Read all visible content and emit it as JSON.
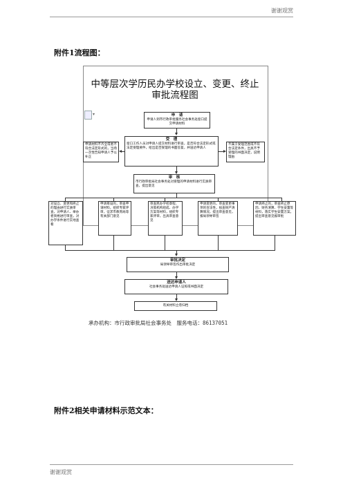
{
  "header_right": "谢谢观赏",
  "footer_left": "谢谢观赏",
  "section1": "附件1流程图：",
  "section2": "附件2相关申请材料示范文本：",
  "chart_title_line1": "中等层次学历民办学校设立、变更、终止",
  "chart_title_line2": "审批流程图",
  "boxes": {
    "apply": {
      "title": "申　请",
      "body": "申请人到市行政审批服务社会事务处窗口提交申请材料"
    },
    "accept": {
      "title": "受　理",
      "body": "窗口工作人员对申请人提交材料进行审查，是否符合法定形式或法定受理要件，给出是否受理的书面答复，并送达申请人"
    },
    "left_note": {
      "body": "申请材料不齐全或者不符合法定形式的，当场一次性告知申请人予以补正"
    },
    "right_note": {
      "body": "不属于受理范围或不符合法定条件，出具不予受理的书面决定，说明理由"
    },
    "review": {
      "title": "审　核",
      "body": "市行政审批局社会事务处对受理的申请材料进行实质审查，提出意见"
    },
    "col1": {
      "body": "对设立、变更和终止的理由进行实质审查，对申请人、举办者资格进行审查，对办学条件进行实地查看"
    },
    "col2": {
      "body": "申请筹设的，审查申请材料，组织专家评审，征求市教育局等有关部门意见"
    },
    "col3": {
      "body": "审查民办学校章程、决策机构组成、办学方案等材料，组织专家评审，出具审查意见"
    },
    "col4": {
      "body": "申请变更的，审查变更事项的合法性，核查财产清算情况，提出审查意见，报局领导审签"
    },
    "col5": {
      "body": "申请终止的，审查终止原因、财务清算、学生安置等材料，落实学生安置方案，提出审查意见报审批"
    },
    "decide": {
      "title": "审批决定",
      "body": "局领导审签作出审批决定"
    },
    "deliver": {
      "title": "送达申请人",
      "body": "社会事务处送达申请人证照或书面决定"
    },
    "archive": {
      "body": "有关材料立卷归档"
    }
  },
  "contact": "承办机构：市行政审批局社会事务处　服务电话：86137051"
}
